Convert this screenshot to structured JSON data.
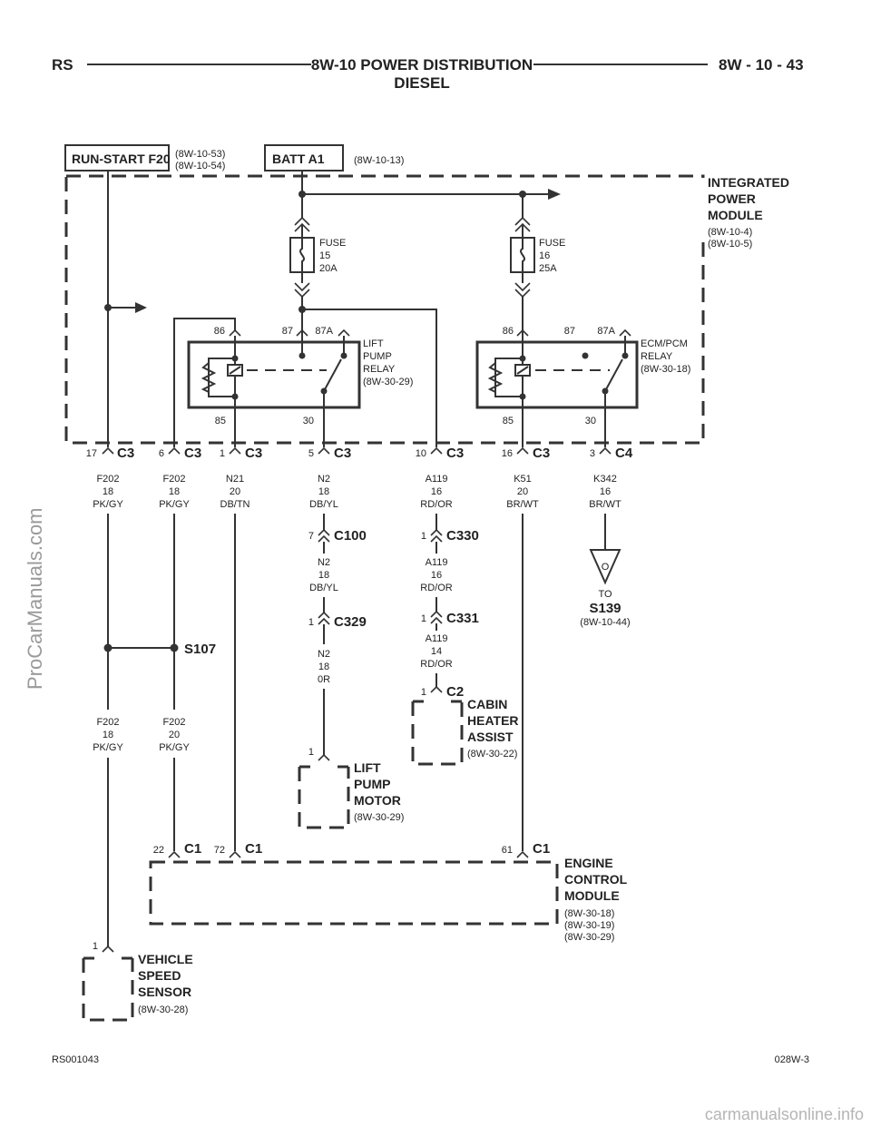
{
  "header": {
    "left": "RS",
    "title_line1": "8W-10 POWER DISTRIBUTION",
    "title_line2": "DIESEL",
    "right": "8W - 10 - 43"
  },
  "sources": {
    "run_start": {
      "label": "RUN-START F20",
      "ref1": "(8W-10-53)",
      "ref2": "(8W-10-54)"
    },
    "batt": {
      "label": "BATT A1",
      "ref": "(8W-10-13)"
    }
  },
  "ipm": {
    "line1": "INTEGRATED",
    "line2": "POWER",
    "line3": "MODULE",
    "ref1": "(8W-10-4)",
    "ref2": "(8W-10-5)"
  },
  "fuse15": {
    "l1": "FUSE",
    "l2": "15",
    "l3": "20A"
  },
  "fuse16": {
    "l1": "FUSE",
    "l2": "16",
    "l3": "25A"
  },
  "lift_relay": {
    "p86": "86",
    "p87": "87",
    "p87a": "87A",
    "p85": "85",
    "p30": "30",
    "l1": "LIFT",
    "l2": "PUMP",
    "l3": "RELAY",
    "ref": "(8W-30-29)"
  },
  "ecm_relay": {
    "p86": "86",
    "p87": "87",
    "p87a": "87A",
    "p85": "85",
    "p30": "30",
    "l1": "ECM/PCM",
    "l2": "RELAY",
    "ref": "(8W-30-18)"
  },
  "connectors": [
    {
      "pin": "17",
      "name": "C3"
    },
    {
      "pin": "6",
      "name": "C3"
    },
    {
      "pin": "1",
      "name": "C3"
    },
    {
      "pin": "5",
      "name": "C3"
    },
    {
      "pin": "10",
      "name": "C3"
    },
    {
      "pin": "16",
      "name": "C3"
    },
    {
      "pin": "3",
      "name": "C4"
    }
  ],
  "wires": [
    {
      "circuit": "F202",
      "gauge": "18",
      "color": "PK/GY"
    },
    {
      "circuit": "F202",
      "gauge": "18",
      "color": "PK/GY"
    },
    {
      "circuit": "N21",
      "gauge": "20",
      "color": "DB/TN"
    },
    {
      "circuit": "N2",
      "gauge": "18",
      "color": "DB/YL"
    },
    {
      "circuit": "A119",
      "gauge": "16",
      "color": "RD/OR"
    },
    {
      "circuit": "K51",
      "gauge": "20",
      "color": "BR/WT"
    },
    {
      "circuit": "K342",
      "gauge": "16",
      "color": "BR/WT"
    }
  ],
  "c100": {
    "pin": "7",
    "name": "C100"
  },
  "n2_2": {
    "circuit": "N2",
    "gauge": "18",
    "color": "DB/YL"
  },
  "c329": {
    "pin": "1",
    "name": "C329"
  },
  "n2_3": {
    "circuit": "N2",
    "gauge": "18",
    "color": "0R"
  },
  "c330": {
    "pin": "1",
    "name": "C330"
  },
  "a119_2": {
    "circuit": "A119",
    "gauge": "16",
    "color": "RD/OR"
  },
  "c331": {
    "pin": "1",
    "name": "C331"
  },
  "a119_3": {
    "circuit": "A119",
    "gauge": "14",
    "color": "RD/OR"
  },
  "c2": {
    "pin": "1",
    "name": "C2"
  },
  "cabin": {
    "l1": "CABIN",
    "l2": "HEATER",
    "l3": "ASSIST",
    "ref": "(8W-30-22)"
  },
  "lift_motor": {
    "pin": "1",
    "l1": "LIFT",
    "l2": "PUMP",
    "l3": "MOTOR",
    "ref": "(8W-30-29)"
  },
  "to_s139": {
    "symbol": "O",
    "to": "TO",
    "name": "S139",
    "ref": "(8W-10-44)"
  },
  "s107": {
    "name": "S107"
  },
  "wire_left_low": {
    "circuit": "F202",
    "gauge": "18",
    "color": "PK/GY"
  },
  "wire_mid_low": {
    "circuit": "F202",
    "gauge": "20",
    "color": "PK/GY"
  },
  "ecm_conn": [
    {
      "pin": "22",
      "name": "C1"
    },
    {
      "pin": "72",
      "name": "C1"
    },
    {
      "pin": "61",
      "name": "C1"
    }
  ],
  "ecm": {
    "l1": "ENGINE",
    "l2": "CONTROL",
    "l3": "MODULE",
    "ref1": "(8W-30-18)",
    "ref2": "(8W-30-19)",
    "ref3": "(8W-30-29)"
  },
  "vss": {
    "pin": "1",
    "l1": "VEHICLE",
    "l2": "SPEED",
    "l3": "SENSOR",
    "ref": "(8W-30-28)"
  },
  "footer": {
    "left": "RS001043",
    "right": "028W-3"
  },
  "watermarks": {
    "side": "ProCarManuals.com",
    "bottom": "carmanualsonline.info"
  }
}
